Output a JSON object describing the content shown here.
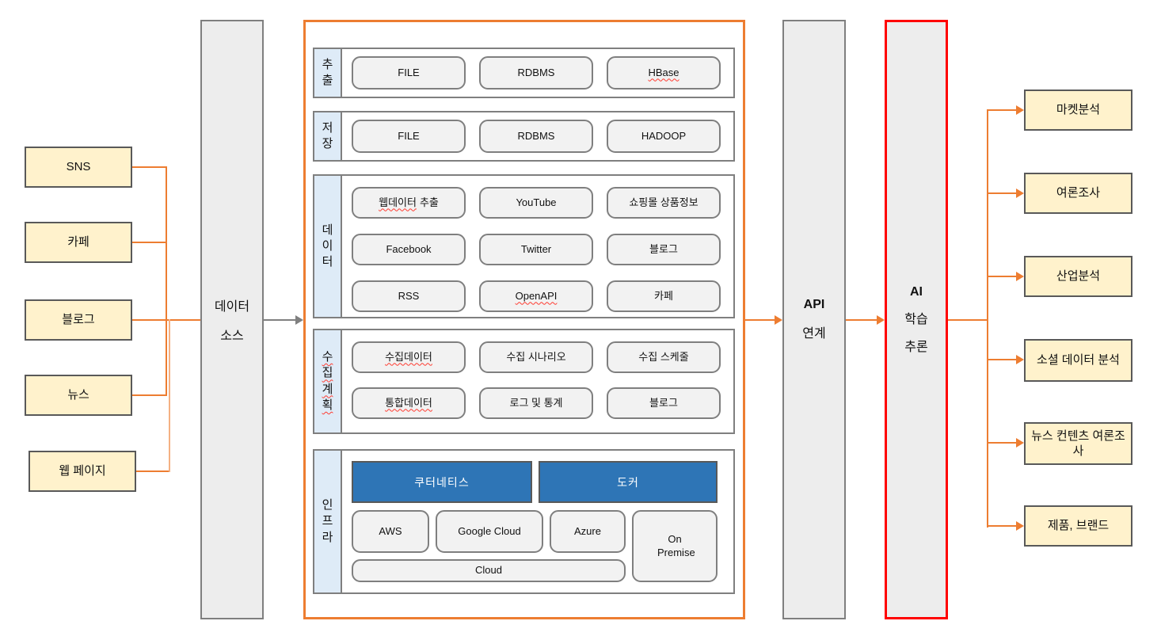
{
  "colors": {
    "accent_orange": "#ED7D31",
    "accent_orange_light": "#F4B183",
    "source_box_fill": "#FFF2CC",
    "source_box_border": "#595959",
    "column_box_fill": "#EDEDED",
    "column_box_border": "#7F7F7F",
    "row_label_fill": "#DEEBF7",
    "platform_blue_fill": "#2E75B6",
    "ai_box_border": "#FF0000",
    "spellcheck_red": "#FF3B30",
    "arrow_gray": "#808080"
  },
  "sources": {
    "items": [
      "SNS",
      "카페",
      "블로그",
      "뉴스",
      "웹 페이지"
    ]
  },
  "data_source": {
    "line1": "데이터",
    "line2": "소스"
  },
  "pipeline": {
    "rows": [
      {
        "label": "추출",
        "items": [
          {
            "label": "FILE"
          },
          {
            "label": "RDBMS"
          },
          {
            "label": "HBase",
            "wavy": true
          }
        ]
      },
      {
        "label": "저장",
        "items": [
          {
            "label": "FILE"
          },
          {
            "label": "RDBMS"
          },
          {
            "label": "HADOOP"
          }
        ]
      },
      {
        "label": "데이터",
        "items": [
          {
            "part1": "웹데이터",
            "part2": "추출",
            "wavy": true
          },
          {
            "label": "YouTube"
          },
          {
            "label": "쇼핑몰 상품정보"
          },
          {
            "label": "Facebook"
          },
          {
            "label": "Twitter"
          },
          {
            "label": "블로그"
          },
          {
            "label": "RSS"
          },
          {
            "label": "OpenAPI",
            "wavy": true
          },
          {
            "label": "카페"
          }
        ]
      },
      {
        "label": "수집계획",
        "wavy": true,
        "items": [
          {
            "label": "수집데이터",
            "wavy": true
          },
          {
            "label": "수집 시나리오"
          },
          {
            "label": "수집 스케줄"
          },
          {
            "label": "통합데이터",
            "wavy": true
          },
          {
            "label": "로그 및 통계"
          },
          {
            "label": "블로그"
          }
        ]
      },
      {
        "label": "인프라",
        "platforms": [
          {
            "label": "쿠터네티스"
          },
          {
            "label": "도커"
          }
        ],
        "clouds": [
          {
            "label": "AWS"
          },
          {
            "label": "Google Cloud"
          },
          {
            "label": "Azure"
          }
        ],
        "on_premise": {
          "label": "On Premise"
        },
        "cloud_bar": {
          "label": "Cloud"
        }
      }
    ]
  },
  "api_box": {
    "line1": "API",
    "line2": "연계"
  },
  "ai_box": {
    "line1": "AI",
    "line2": "학습",
    "line3": "추론"
  },
  "outputs": {
    "items": [
      "마켓분석",
      "여론조사",
      "산업분석",
      "소셜 데이터 분석",
      "뉴스 컨텐츠 여론조사",
      "제품, 브랜드"
    ]
  }
}
